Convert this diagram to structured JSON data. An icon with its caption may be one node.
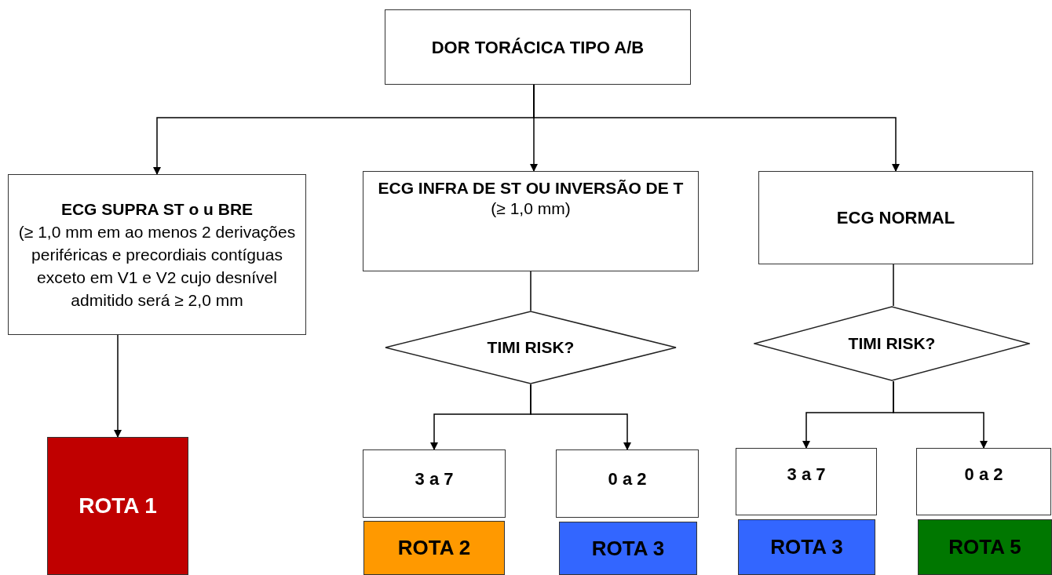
{
  "diagram": {
    "nodes": [
      {
        "text": [
          "DOR TORÁCICA TIPO A/B"
        ]
      },
      {
        "text": [
          "ECG SUPRA ST o u BRE",
          "(≥ 1,0 mm em ao menos 2 derivações periféricas e precordiais contíguas exceto em V1 e V2 cujo desnível admitido será ≥ 2,0 mm"
        ]
      },
      {
        "text": [
          "ECG INFRA DE ST OU INVERSÃO DE T",
          "(≥ 1,0 mm)"
        ]
      },
      {
        "text": [
          "ECG NORMAL"
        ]
      },
      {
        "text": [
          "TIMI RISK?"
        ]
      },
      {
        "text": [
          "TIMI RISK?"
        ]
      },
      {
        "text": [
          "ROTA 1"
        ]
      },
      {
        "text": [
          "3 a 7"
        ]
      },
      {
        "text": [
          "0 a 2"
        ]
      },
      {
        "text": [
          "3 a 7"
        ]
      },
      {
        "text": [
          "0 a 2"
        ]
      },
      {
        "text": [
          "ROTA 2"
        ]
      },
      {
        "text": [
          "ROTA 3"
        ]
      },
      {
        "text": [
          "ROTA 3"
        ]
      },
      {
        "text": [
          "ROTA 5"
        ]
      }
    ],
    "edges": [
      {
        "from": 0,
        "to": 1,
        "arrow": "to"
      },
      {
        "from": 0,
        "to": 2,
        "arrow": "to"
      },
      {
        "from": 0,
        "to": 3,
        "arrow": "to"
      },
      {
        "from": 1,
        "to": 6,
        "arrow": "to"
      },
      {
        "from": 2,
        "to": 4,
        "arrow": "none"
      },
      {
        "from": 3,
        "to": 5,
        "arrow": "none"
      },
      {
        "from": 4,
        "to": 7,
        "arrow": "to"
      },
      {
        "from": 4,
        "to": 8,
        "arrow": "to"
      },
      {
        "from": 5,
        "to": 9,
        "arrow": "to"
      },
      {
        "from": 5,
        "to": 10,
        "arrow": "to"
      }
    ]
  }
}
